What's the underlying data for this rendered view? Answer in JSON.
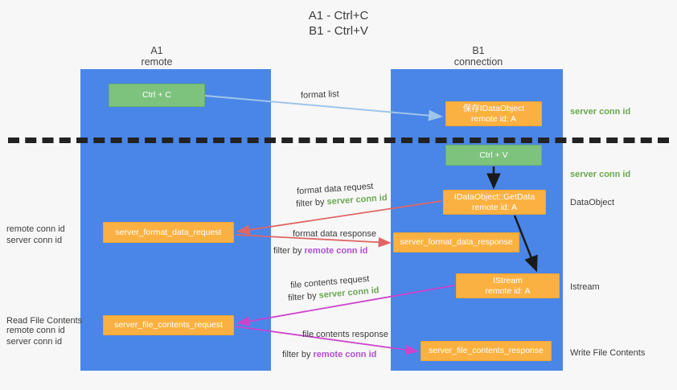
{
  "title": "A1 - Ctrl+C\nB1 - Ctrl+V",
  "lanes": [
    {
      "id": "a1",
      "title": "A1\nremote",
      "color": "#4a86e8"
    },
    {
      "id": "b1",
      "title": "B1\nconnection",
      "color": "#4a86e8"
    }
  ],
  "nodes": {
    "ctrl_c": {
      "line1": "Ctrl + C",
      "line2": "",
      "color": "#7dc37d"
    },
    "save_idataobject": {
      "line1": "保存IDataObject",
      "line2": "remote id: A",
      "color": "#fbb141"
    },
    "ctrl_v": {
      "line1": "Ctrl + V",
      "line2": "",
      "color": "#7dc37d"
    },
    "getdata": {
      "line1": "IDataObject::GetData",
      "line2": "remote id: A",
      "color": "#fbb141"
    },
    "format_data_request": {
      "line1": "server_format_data_request",
      "line2": "",
      "color": "#fbb141"
    },
    "format_data_response": {
      "line1": "server_format_data_response",
      "line2": "",
      "color": "#fbb141"
    },
    "istream": {
      "line1": "IStream",
      "line2": "remote id: A",
      "color": "#fbb141"
    },
    "file_contents_request": {
      "line1": "server_file_contents_request",
      "line2": "",
      "color": "#fbb141"
    },
    "file_contents_response": {
      "line1": "server_file_contents_response",
      "line2": "",
      "color": "#fbb141"
    }
  },
  "edge_labels": {
    "format_list": "format list",
    "format_data_request": "format data request",
    "format_data_request_filter_prefix": "filter by ",
    "format_data_request_filter_key": "server conn id",
    "format_data_response": "format data response",
    "format_data_response_filter_prefix": "filter by ",
    "format_data_response_filter_key": "remote conn id",
    "file_contents_request": "file contents request",
    "file_contents_request_filter_prefix": "filter by ",
    "file_contents_request_filter_key": "server conn id",
    "file_contents_response": "file contents response",
    "file_contents_response_filter_prefix": "filter by ",
    "file_contents_response_filter_key": "remote conn id"
  },
  "notes": {
    "server_conn_id_top": "server conn id",
    "server_conn_id_mid": "server conn id",
    "dataobject": "DataObject",
    "istream": "Istream",
    "write_file_contents": "Write File Contents",
    "read_file_contents": "Read File Contents",
    "left_remote_conn_id_1": "remote conn id",
    "left_server_conn_id_1": "server conn id",
    "left_remote_conn_id_2": "remote conn id",
    "left_server_conn_id_2": "server conn id"
  },
  "colors": {
    "lane": "#4a86e8",
    "green_node": "#7dc37d",
    "orange_node": "#fbb141",
    "green_text": "#6aa84f",
    "purple_text": "#b44cd4",
    "arrow_light_blue": "#9fc5e8",
    "arrow_red": "#e06666",
    "arrow_magenta": "#cc44cc",
    "arrow_dark": "#1a1a1a",
    "background": "#f7f7f7"
  }
}
